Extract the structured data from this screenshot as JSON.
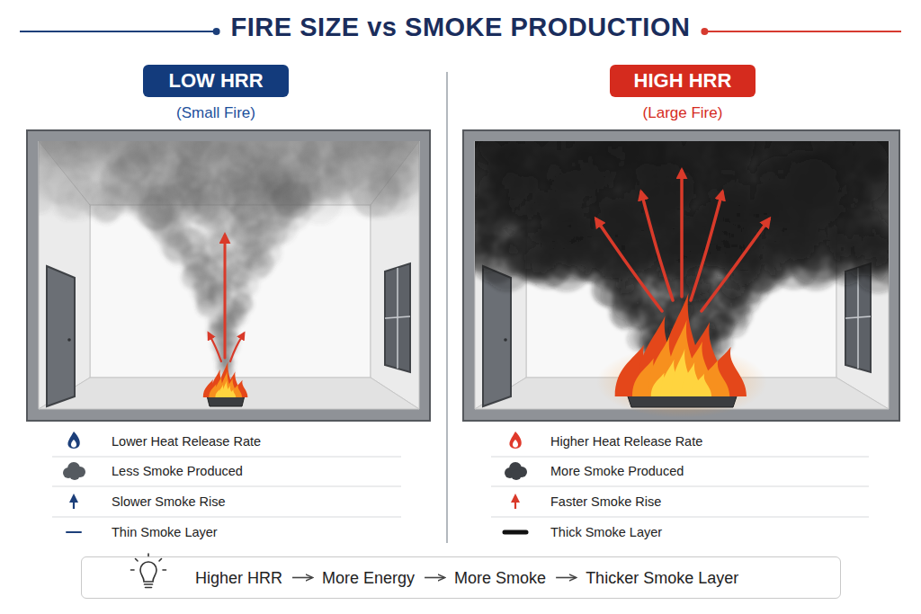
{
  "diagram": {
    "title": "FIRE SIZE vs SMOKE PRODUCTION",
    "nodes": [
      {
        "text": [
          "LOW HRR",
          "(Small Fire)"
        ]
      },
      {
        "text": [
          "HIGH HRR",
          "(Large Fire)"
        ]
      },
      {
        "text": [
          "Higher HRR",
          "More Energy",
          "More Smoke",
          "Thicker Smoke Layer"
        ]
      }
    ],
    "labels": [
      "Lower Heat Release Rate",
      "Less Smoke Produced",
      "Slower Smoke Rise",
      "Thin Smoke Layer",
      "Higher Heat Release Rate",
      "More Smoke Produced",
      "Faster Smoke Rise",
      "Thick Smoke Layer"
    ]
  }
}
